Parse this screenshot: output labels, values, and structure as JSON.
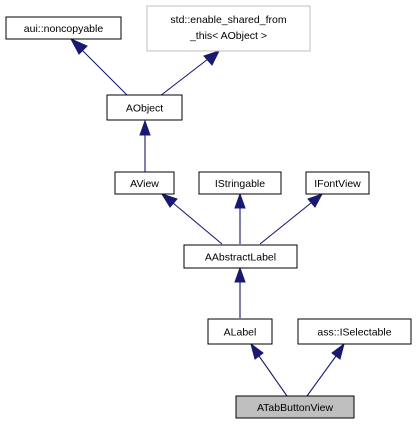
{
  "diagram": {
    "nodes": {
      "noncopyable": {
        "label": "aui::noncopyable"
      },
      "shared": {
        "label_line1": "std::enable_shared_from",
        "label_line2": "_this< AObject >"
      },
      "aobject": {
        "label": "AObject"
      },
      "aview": {
        "label": "AView"
      },
      "istringable": {
        "label": "IStringable"
      },
      "ifontview": {
        "label": "IFontView"
      },
      "aabstractlabel": {
        "label": "AAbstractLabel"
      },
      "alabel": {
        "label": "ALabel"
      },
      "iselectable": {
        "label": "ass::ISelectable"
      },
      "atabbuttonview": {
        "label": "ATabButtonView"
      }
    },
    "edges": [
      {
        "from": "aobject",
        "to": "noncopyable"
      },
      {
        "from": "aobject",
        "to": "shared"
      },
      {
        "from": "aview",
        "to": "aobject"
      },
      {
        "from": "aabstractlabel",
        "to": "aview"
      },
      {
        "from": "aabstractlabel",
        "to": "istringable"
      },
      {
        "from": "aabstractlabel",
        "to": "ifontview"
      },
      {
        "from": "alabel",
        "to": "aabstractlabel"
      },
      {
        "from": "atabbuttonview",
        "to": "alabel"
      },
      {
        "from": "atabbuttonview",
        "to": "iselectable"
      }
    ],
    "colors": {
      "edge": "#191970",
      "node_border": "#000000",
      "muted_border": "#bfbfbf",
      "focus_fill": "#bfbfbf"
    }
  }
}
